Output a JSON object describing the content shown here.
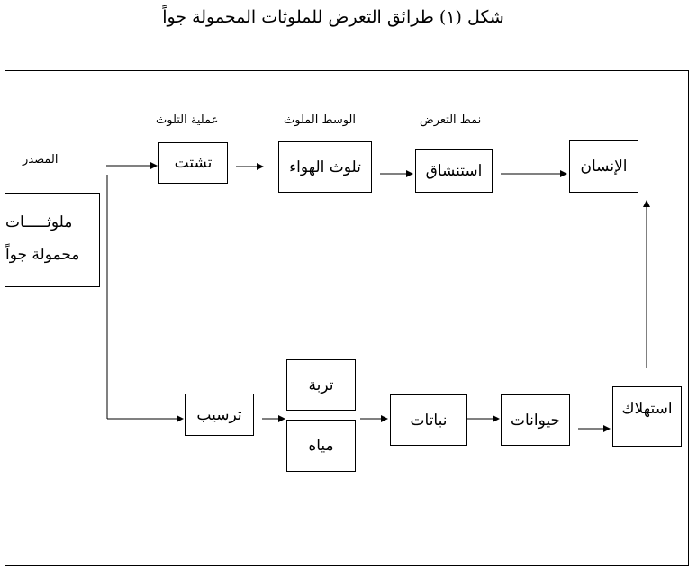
{
  "title": "شكل (١) طرائق التعرض للملوثات المحمولة جواً",
  "labels": {
    "source": "المصدر",
    "dispersion_process": "عملية التلوث",
    "polluted_medium": "الوسط الملوث",
    "exposure_pattern": "نمط التعرض"
  },
  "source_box": {
    "line1": "ملوثـــــات",
    "line2": "محمولة جواً"
  },
  "boxes": {
    "dispersion": "تشتت",
    "air_pollution": "تلوث الهواء",
    "inhalation": "استنشاق",
    "human": "الإنسان",
    "deposition": "ترسيب",
    "soil": "تربة",
    "water": "مياه",
    "plants": "نباتات",
    "animals": "حيوانات",
    "consumption": "استهلاك"
  }
}
